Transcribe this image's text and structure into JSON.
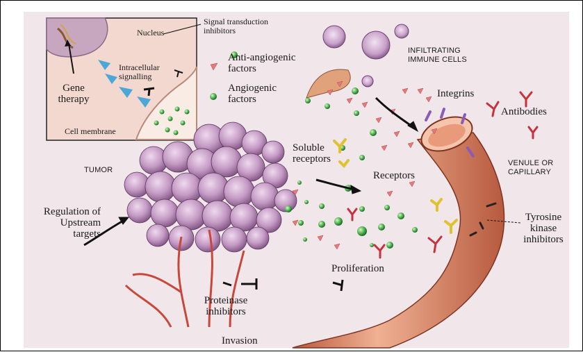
{
  "colors": {
    "background": "#f1e6ea",
    "inset_background": "#f3d7cf",
    "vessel": "#d98a6e",
    "tumor": "#b48ab4",
    "antiangiogenic": "#e27d7d",
    "angiogenic": "#3fae4a",
    "antibody": "#c8303c",
    "receptor": "#e5c83a",
    "integrin": "#8a5cb6"
  },
  "inset": {
    "nucleus": "Nucleus",
    "intracellular_1": "Intracellular",
    "intracellular_2": "signalling",
    "gene_1": "Gene",
    "gene_2": "therapy",
    "membrane": "Cell membrane"
  },
  "labels": {
    "signal_1": "Signal transduction",
    "signal_2": "inhibitors",
    "anti_1": "Anti-angiogenic",
    "anti_2": "factors",
    "angio_1": "Angiogenic",
    "angio_2": "factors",
    "immune_1": "INFILTRATING",
    "immune_2": "IMMUNE CELLS",
    "integrins": "Integrins",
    "antibodies": "Antibodies",
    "soluble_1": "Soluble",
    "soluble_2": "receptors",
    "receptors": "Receptors",
    "venule_1": "VENULE OR",
    "venule_2": "CAPILLARY",
    "tumor": "TUMOR",
    "upstream_1": "Regulation of",
    "upstream_2": "Upstream",
    "upstream_3": "targets",
    "tyrosine_1": "Tyrosine",
    "tyrosine_2": "kinase",
    "tyrosine_3": "inhibitors",
    "proliferation": "Proliferation",
    "proteinase_1": "Proteinase",
    "proteinase_2": "inhibitors",
    "invasion": "Invasion"
  }
}
